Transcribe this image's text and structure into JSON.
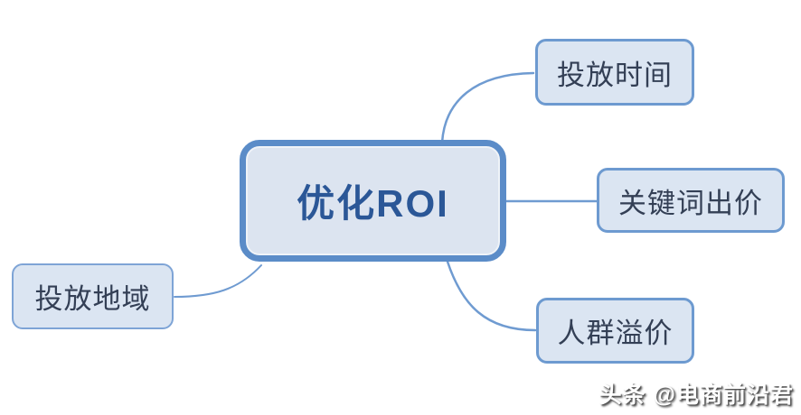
{
  "mindmap": {
    "root": {
      "label": "优化ROI"
    },
    "branches": [
      {
        "position": "top-right",
        "label": "投放时间"
      },
      {
        "position": "middle-right",
        "label": "关键词出价"
      },
      {
        "position": "bottom-right",
        "label": "人群溢价"
      },
      {
        "position": "bottom-left",
        "label": "投放地域"
      }
    ],
    "colors": {
      "root_fill": "#dce4f0",
      "root_border": "#5b8cc8",
      "root_text": "#2b5797",
      "branch_fill": "#dbe5f2",
      "branch_border": "#6d9ad0",
      "branch_text": "#333f55",
      "connector": "#6f9bd1",
      "background": "#ffffff"
    }
  },
  "watermark": {
    "text": "头条 @电商前沿君"
  }
}
